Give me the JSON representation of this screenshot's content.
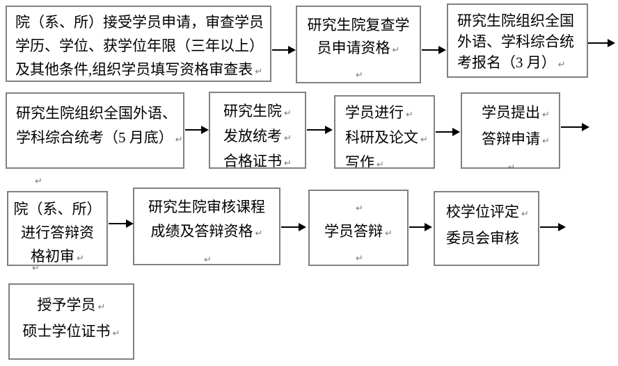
{
  "colors": {
    "background": "#ffffff",
    "box_border": "#808080",
    "text": "#000000",
    "arrow": "#000000",
    "return_mark": "#7d7d7d"
  },
  "glyphs": {
    "return_mark": "↵"
  },
  "boxes": {
    "r1c1": {
      "lines": [
        "院（系、所）接受学员申请，审查学员",
        "学历、学位、获学位年限（三年以上）",
        "及其他条件,组织学员填写资格审查表"
      ]
    },
    "r1c2": {
      "lines": [
        "研究生院复查学",
        "员申请资格"
      ]
    },
    "r1c3": {
      "lines": [
        "研究生院组织全国",
        "外语、学科综合统",
        "考报名（3 月）"
      ]
    },
    "r2c1": {
      "lines": [
        "研究生院组织全国外语、",
        "学科综合统考（5 月底）"
      ]
    },
    "r2c2": {
      "lines": [
        "研究生院",
        "发放统考",
        "合格证书"
      ]
    },
    "r2c3": {
      "lines": [
        "学员进行",
        "科研及论文",
        "写作"
      ]
    },
    "r2c4": {
      "lines": [
        "学员提出",
        "答辩申请"
      ]
    },
    "r3c1": {
      "lines": [
        "院（系、所）",
        "进行答辩资",
        "格初审"
      ]
    },
    "r3c2": {
      "lines": [
        "研究生院审核课程",
        "成绩及答辩资格"
      ]
    },
    "r3c3": {
      "lines": [
        "学员答辩"
      ]
    },
    "r3c4": {
      "lines": [
        "校学位评定",
        "委员会审核"
      ]
    },
    "r4c1": {
      "lines": [
        "授予学员",
        "硕士学位证书"
      ]
    }
  }
}
